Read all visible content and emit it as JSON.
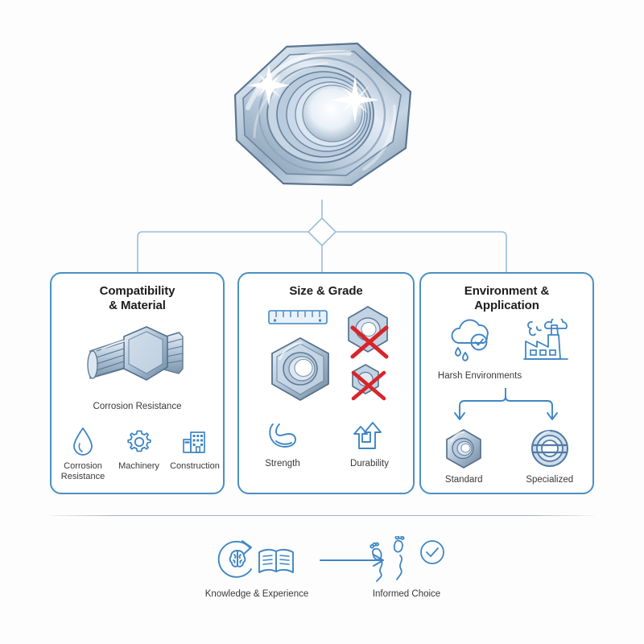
{
  "theme": {
    "background": "#fdfdfd",
    "card_border": "#4a90c4",
    "accent_blue": "#3c7fb5",
    "icon_blue": "#3f86c4",
    "metal_light": "#e8eef5",
    "metal_mid": "#9fb4c9",
    "metal_dark": "#5d7792",
    "title_color": "#1d1d1f",
    "caption_color": "#39393b",
    "cross_red": "#d8252a",
    "divider": "#aab2ba"
  },
  "hero": {
    "name": "hex-nut-illustration",
    "alt": "Polished steel hex nut",
    "sparkles": 2
  },
  "connector": {
    "name": "branch-connector",
    "node": "diamond",
    "branches": 3
  },
  "cards": [
    {
      "id": "compatibility-material",
      "title": "Compatibility\n& Material",
      "title_line1": "Compatibility",
      "title_line2": "& Material",
      "hero_icon": "bolt-and-nut-icon",
      "hero_caption": "Corrosion Resistance",
      "items": [
        {
          "icon": "water-drop-icon",
          "label_line1": "Corrosion",
          "label_line2": "Resistance",
          "label": "Corrosion Resistance"
        },
        {
          "icon": "gear-icon",
          "label_line1": "Machinery",
          "label_line2": "",
          "label": "Machinery"
        },
        {
          "icon": "building-icon",
          "label_line1": "Construction",
          "label_line2": "",
          "label": "Construction"
        }
      ]
    },
    {
      "id": "size-grade",
      "title": "Size & Grade",
      "title_line1": "Size & Grade",
      "title_line2": "",
      "visuals": [
        {
          "icon": "ruler-icon",
          "state": "neutral"
        },
        {
          "icon": "hex-nut-correct-icon",
          "state": "correct"
        },
        {
          "icon": "hex-nut-wrong-large-icon",
          "state": "rejected"
        },
        {
          "icon": "hex-nut-wrong-small-icon",
          "state": "rejected"
        }
      ],
      "items": [
        {
          "icon": "flexed-bicep-icon",
          "label": "Strength"
        },
        {
          "icon": "up-arrow-shield-icon",
          "label": "Durability"
        }
      ]
    },
    {
      "id": "environment-application",
      "title": "Environment\n& Application",
      "title_line1": "Environment &",
      "title_line2": "Application",
      "env_icons": [
        {
          "icon": "rain-cloud-check-icon"
        },
        {
          "icon": "factory-icon"
        }
      ],
      "env_caption": "Harsh Environments",
      "items": [
        {
          "icon": "standard-hex-nut-icon",
          "label": "Standard"
        },
        {
          "icon": "specialized-round-nut-icon",
          "label": "Specialized"
        }
      ]
    }
  ],
  "footer": {
    "left": {
      "icons": [
        "brain-cycle-icon",
        "open-book-icon"
      ],
      "label": "Knowledge & Experience"
    },
    "arrow": {
      "icon": "right-arrow-icon"
    },
    "right": {
      "icons": [
        "footprints-path-icon",
        "check-circle-icon"
      ],
      "label": "Informed Choice"
    }
  }
}
